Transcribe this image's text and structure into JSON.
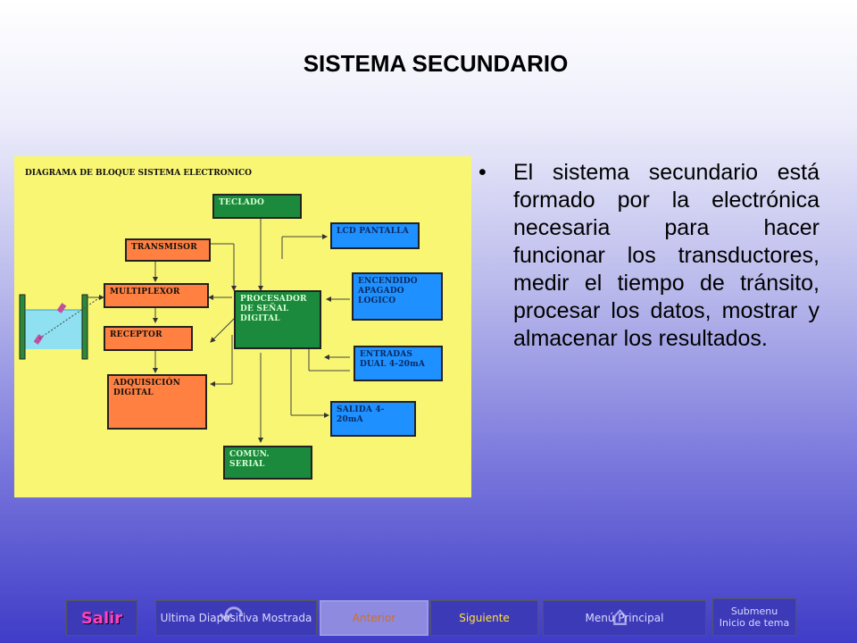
{
  "slide": {
    "title": "SISTEMA SECUNDARIO",
    "bullet": "El sistema secundario está formado por la electrónica necesaria para hacer funcionar los transductores, medir el tiempo de tránsito, procesar los datos, mostrar y almacenar los resultados."
  },
  "diagram": {
    "title": "DIAGRAMA DE BLOQUE SISTEMA ELECTRONICO",
    "blocks": {
      "teclado": "TECLADO",
      "transmisor": "TRANSMISOR",
      "multiplexor": "MULTIPLEXOR",
      "receptor": "RECEPTOR",
      "adquisicion": "ADQUISICIÓN DIGITAL",
      "procesador": "PROCESADOR DE SEÑAL DIGITAL",
      "lcd": "LCD PANTALLA",
      "encendido": "ENCENDIDO APAGADO LOGICO",
      "entradas": "ENTRADAS DUAL 4-20mA",
      "salida": "SALIDA 4-20mA",
      "serial": "COMUN. SERIAL"
    },
    "colors": {
      "background": "#f8f672",
      "orange": "#ff8040",
      "green": "#1c8a3c",
      "blue": "#1e90ff"
    }
  },
  "nav": {
    "salir": "Salir",
    "ultima": "Ultima Diapositiva Mostrada",
    "anterior": "Anterior",
    "siguiente": "Siguiente",
    "menu": "Menú Principal",
    "submenu_line1": "Submenu",
    "submenu_line2": "Inicio de tema",
    "icons": [
      "undo-icon",
      "home-icon"
    ]
  }
}
